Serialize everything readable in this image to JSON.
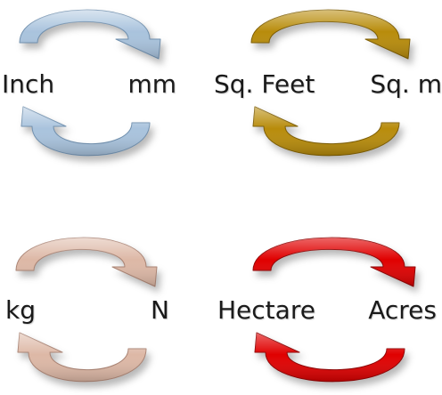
{
  "conversions": [
    {
      "from": "Inch",
      "to": "mm",
      "color": "#a9c3dd",
      "dark": "#6f8fae"
    },
    {
      "from": "Sq. Feet",
      "to": "Sq. m",
      "color": "#b88c0b",
      "dark": "#7d5c00"
    },
    {
      "from": "kg",
      "to": "N",
      "color": "#ddb8a6",
      "dark": "#a98272"
    },
    {
      "from": "Hectare",
      "to": "Acres",
      "color": "#e00000",
      "dark": "#8f0000"
    }
  ]
}
